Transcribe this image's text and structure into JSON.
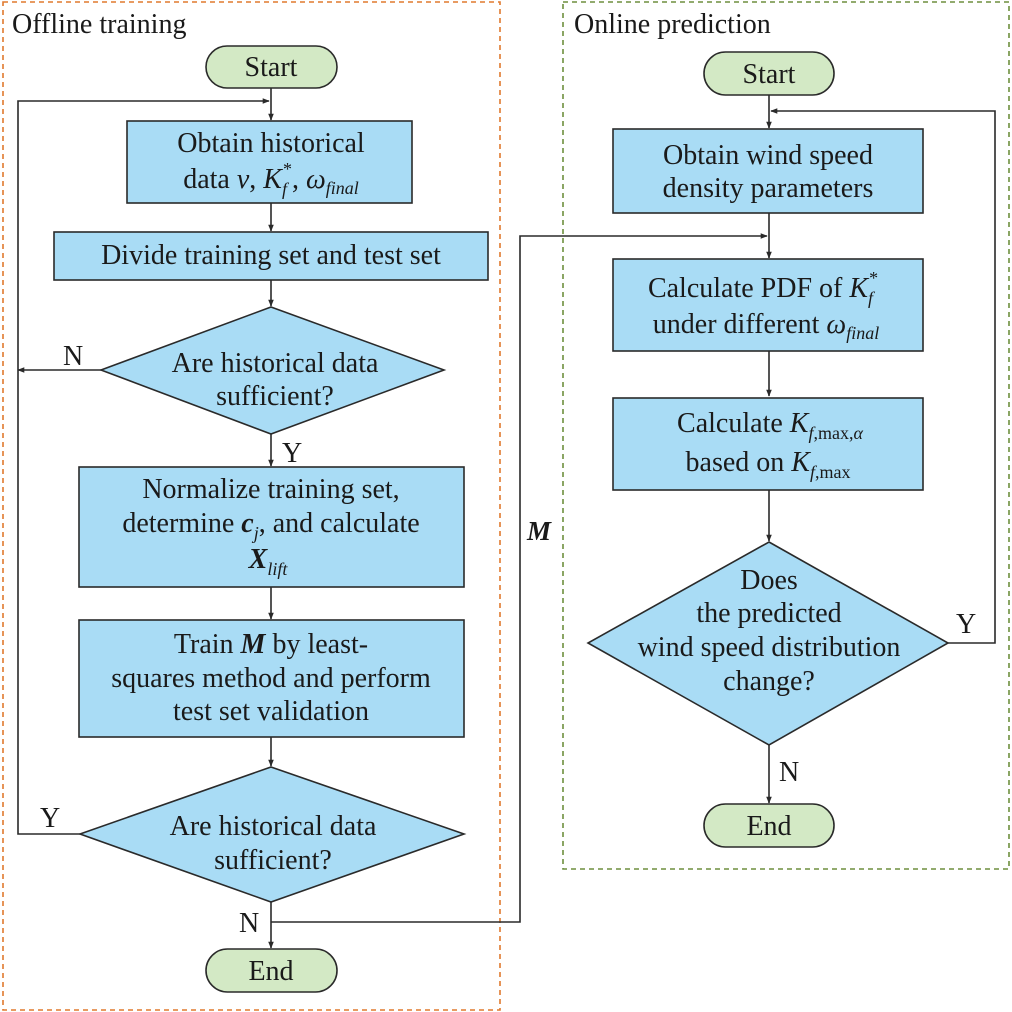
{
  "offline": {
    "title": "Offline training",
    "start": "Start",
    "obtain_line1": "Obtain historical",
    "obtain_line2": {
      "prefix": "data ",
      "v": "v",
      "sep1": ", ",
      "K": "K",
      "K_sub": "f",
      "K_sup": "*",
      "sep2": ", ",
      "omega": "ω",
      "omega_sub": "final"
    },
    "divide": "Divide training set and test set",
    "decision1_line1": "Are historical data",
    "decision1_line2": "sufficient?",
    "decision1_no": "N",
    "decision1_yes": "Y",
    "normalize_line1": "Normalize training set,",
    "normalize_line2": {
      "prefix": "determine ",
      "c": "c",
      "c_sub": "j",
      "suffix": ", and calculate"
    },
    "normalize_line3": {
      "X": "X",
      "X_sub": "lift"
    },
    "train_line1": {
      "prefix": "Train ",
      "M": "M",
      "suffix": " by least-"
    },
    "train_line2": "squares method and perform",
    "train_line3": "test set validation",
    "decision2_line1": "Are historical data",
    "decision2_line2": "sufficient?",
    "decision2_yes": "Y",
    "decision2_no": "N",
    "end": "End",
    "link_label": "M"
  },
  "online": {
    "title": "Online prediction",
    "start": "Start",
    "obtain_line1": "Obtain wind speed",
    "obtain_line2": "density parameters",
    "pdf_line1": {
      "prefix": "Calculate PDF of ",
      "K": "K",
      "K_sub": "f",
      "K_sup": "*"
    },
    "pdf_line2": {
      "prefix": "under different ",
      "omega": "ω",
      "omega_sub": "final"
    },
    "kfmax_line1": {
      "prefix": "Calculate ",
      "K": "K",
      "K_sub": "f",
      "K_sub2": ",max,",
      "K_sub3": "α"
    },
    "kfmax_line2": {
      "prefix": "based on ",
      "K": "K",
      "K_sub": "f",
      "K_sub2": ",max"
    },
    "decision_line1": "Does",
    "decision_line2": "the predicted",
    "decision_line3": "wind speed distribution",
    "decision_line4": "change?",
    "decision_yes": "Y",
    "decision_no": "N",
    "end": "End"
  },
  "colors": {
    "process_fill": "#a9dcf5",
    "terminal_fill": "#d3e9c5",
    "offline_border": "#e07a2e",
    "online_border": "#6e8f3e",
    "stroke": "#2a2a2a"
  }
}
